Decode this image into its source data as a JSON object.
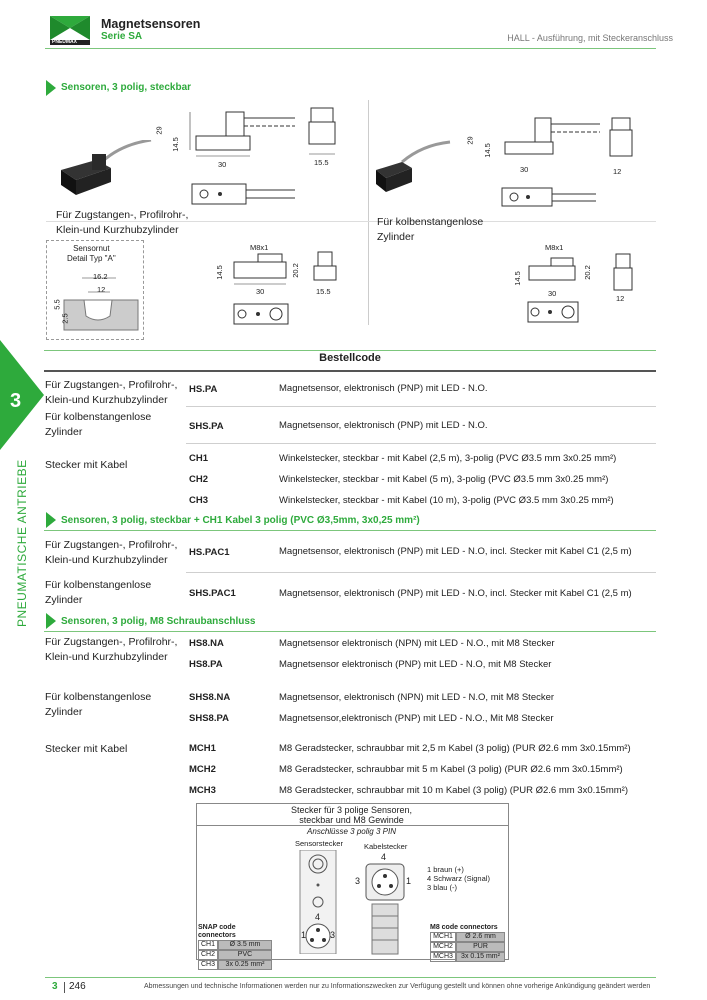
{
  "header": {
    "title": "Magnetsensoren",
    "subtitle": "Serie SA",
    "right_text": "HALL - Ausführung,  mit Steckeranschluss",
    "logo_text": "PNEUMAX"
  },
  "side": {
    "chapter_number": "3",
    "chapter_label": "PNEUMATISCHE ANTRIEBE"
  },
  "section1": {
    "title": "Sensoren, 3 polig, steckbar",
    "left_caption": "Für Zugstangen-, Profilrohr-,\nKlein-und Kurzhubzylinder",
    "right_caption": "Für kolbenstangenlose\nZylinder",
    "sensornut_label": "Sensornut\nDetail Typ \"A\"",
    "dims": {
      "d29": "29",
      "d14_5": "14.5",
      "d30": "30",
      "d15_5": "15.5",
      "d12": "12",
      "d16_2": "16.2",
      "d5_5": "5.5",
      "d2_5": "2.5",
      "m8x1": "M8x1",
      "d20_2": "20.2"
    }
  },
  "bestellcode": {
    "title": "Bestellcode",
    "rows": [
      {
        "label": "Für Zugstangen-, Profilrohr-,\nKlein-und Kurzhubzylinder",
        "code": "HS.PA",
        "desc": "Magnetsensor, elektronisch (PNP) mit LED - N.O."
      },
      {
        "label": "Für kolbenstangenlose\nZylinder",
        "code": "SHS.PA",
        "desc": "Magnetsensor, elektronisch (PNP) mit LED - N.O."
      },
      {
        "label": "Stecker mit Kabel",
        "code": "CH1",
        "desc": "Winkelstecker, steckbar - mit Kabel (2,5 m), 3-polig (PVC Ø3.5 mm 3x0.25 mm²)"
      },
      {
        "label": "",
        "code": "CH2",
        "desc": "Winkelstecker, steckbar - mit Kabel (5 m), 3-polig (PVC Ø3.5 mm 3x0.25 mm²)"
      },
      {
        "label": "",
        "code": "CH3",
        "desc": "Winkelstecker, steckbar - mit Kabel (10 m), 3-polig (PVC Ø3.5 mm 3x0.25 mm²)"
      }
    ]
  },
  "section2": {
    "title": "Sensoren, 3 polig, steckbar + CH1 Kabel 3 polig (PVC Ø3,5mm, 3x0,25 mm²)",
    "rows": [
      {
        "label": "Für Zugstangen-, Profilrohr-,\nKlein-und Kurzhubzylinder",
        "code": "HS.PAC1",
        "desc": "Magnetsensor, elektronisch (PNP) mit LED - N.O, incl. Stecker mit Kabel C1 (2,5 m)"
      },
      {
        "label": "Für kolbenstangenlose\nZylinder",
        "code": "SHS.PAC1",
        "desc": "Magnetsensor, elektronisch (PNP) mit LED - N.O, incl. Stecker mit Kabel C1 (2,5 m)"
      }
    ]
  },
  "section3": {
    "title": "Sensoren, 3 polig, M8 Schraubanschluss",
    "label1": "Für Zugstangen-, Profilrohr-,\nKlein-und Kurzhubzylinder",
    "label2": "Für kolbenstangenlose\nZylinder",
    "label3": "Stecker mit Kabel",
    "rows": [
      {
        "code": "HS8.NA",
        "desc": "Magnetsensor elektronisch (NPN) mit LED - N.O., mit M8 Stecker"
      },
      {
        "code": "HS8.PA",
        "desc": "Magnetsensor elektronisch (PNP) mit LED - N.O, mit M8 Stecker"
      },
      {
        "code": "SHS8.NA",
        "desc": "Magnetsensor, elektronisch (NPN) mit LED - N.O, mit M8 Stecker"
      },
      {
        "code": "SHS8.PA",
        "desc": "Magnetsensor,elektronisch (PNP) mit LED - N.O., Mit M8 Stecker"
      },
      {
        "code": "MCH1",
        "desc": "M8 Geradstecker, schraubbar mit 2,5 m Kabel (3 polig) (PUR Ø2.6 mm 3x0.15mm²)"
      },
      {
        "code": "MCH2",
        "desc": "M8 Geradstecker, schraubbar mit 5 m Kabel (3 polig) (PUR Ø2.6 mm 3x0.15mm²)"
      },
      {
        "code": "MCH3",
        "desc": "M8 Geradstecker, schraubbar mit 10 m Kabel (3 polig) (PUR Ø2.6 mm 3x0.15mm²)"
      }
    ]
  },
  "connector_box": {
    "title_line1": "Stecker für 3 polige Sensoren,",
    "title_line2": "steckbar und M8 Gewinde",
    "subtitle": "Anschlüsse 3 polig 3 PIN",
    "sensorstecker": "Sensorstecker",
    "kabelstecker": "Kabelstecker",
    "pin_legend": [
      "1 braun (+)",
      "4 Schwarz (Signal)",
      "3 blau (-)"
    ],
    "pin_labels": {
      "p4": "4",
      "p3": "3",
      "p1": "1"
    },
    "snap_table": {
      "title": "SNAP code connectors",
      "rows": [
        [
          "CH1",
          "Ø 3.5 mm"
        ],
        [
          "CH2",
          "PVC"
        ],
        [
          "CH3",
          "3x 0.25 mm²"
        ]
      ]
    },
    "m8_table": {
      "title": "M8 code connectors",
      "rows": [
        [
          "MCH1",
          "Ø 2.6 mm"
        ],
        [
          "MCH2",
          "PUR"
        ],
        [
          "MCH3",
          "3x 0.15 mm²"
        ]
      ]
    }
  },
  "footer": {
    "page_chapter": "3",
    "page_number": "246",
    "note": "Abmessungen und technische Informationen werden nur zu Informationszwecken zur Verfügung gestellt und können ohne vorherige Ankündigung geändert werden"
  }
}
